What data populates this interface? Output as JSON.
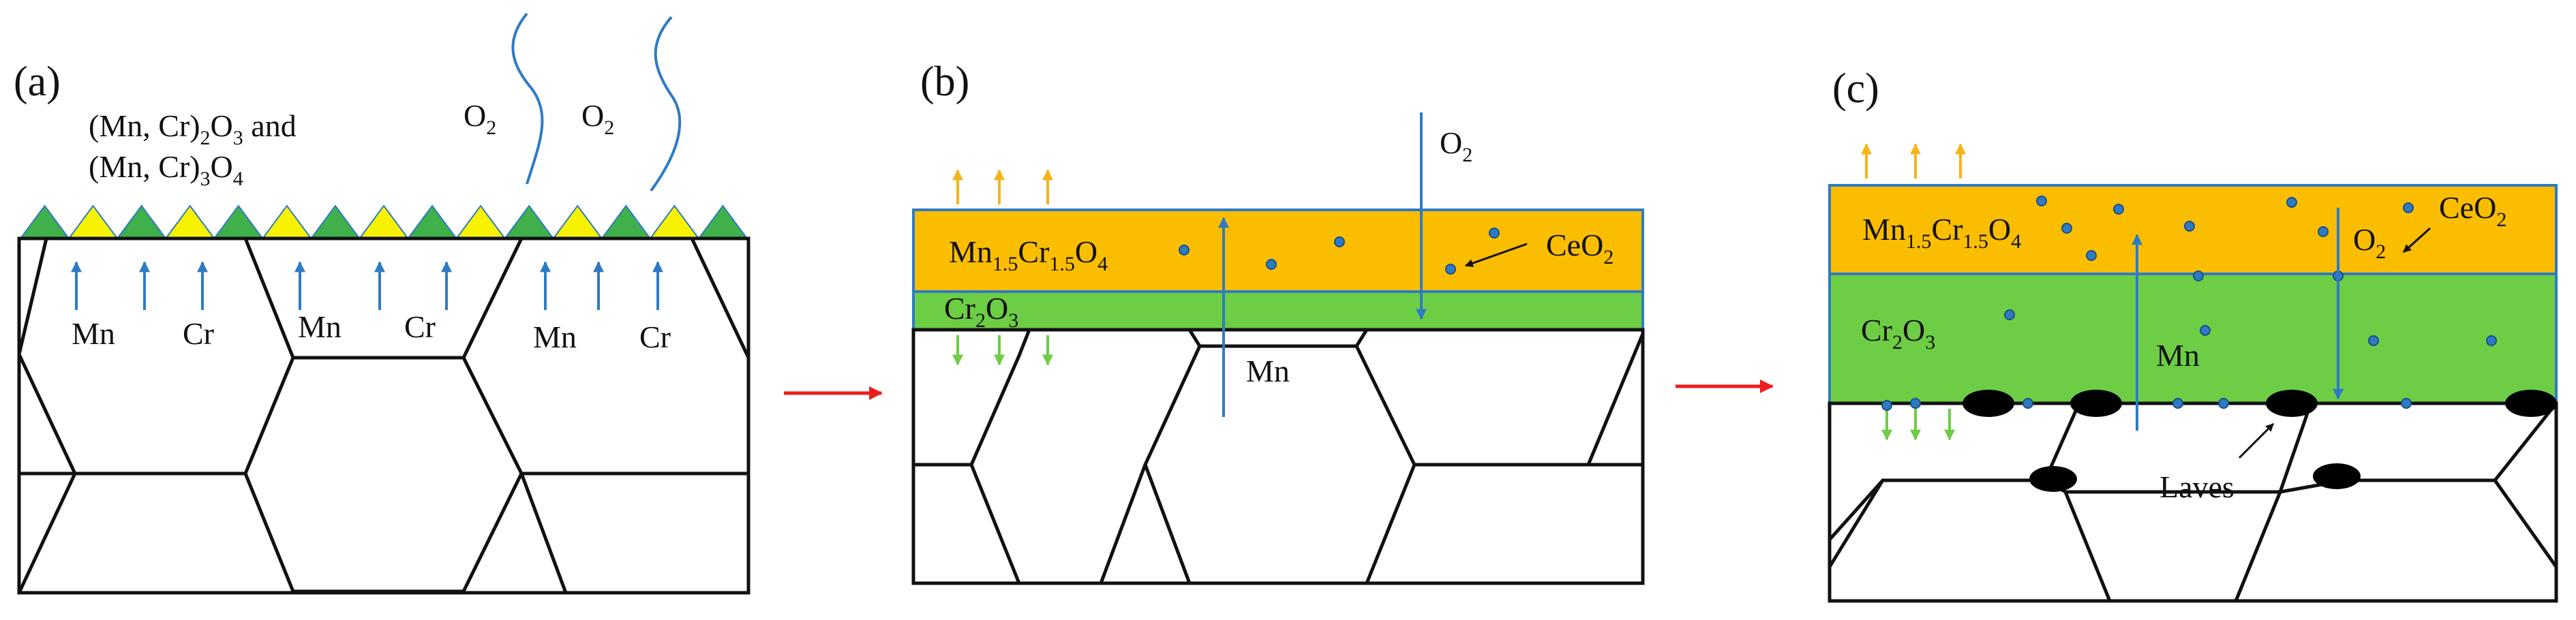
{
  "panels": {
    "a": {
      "label": "(a)",
      "oxide_note_line1": "(Mn, Cr)",
      "oxide_note_line1_sub": "2",
      "oxide_note_line1_mid": "O",
      "oxide_note_line1_sub2": "3",
      "oxide_note_line1_tail": " and",
      "oxide_note_line2": "(Mn, Cr)",
      "oxide_note_line2_sub": "3",
      "oxide_note_line2_mid": "O",
      "oxide_note_line2_sub2": "4",
      "gas_O": "O",
      "gas_sub": "2",
      "element_mn": "Mn",
      "element_cr": "Cr"
    },
    "b": {
      "label": "(b)",
      "gas_O": "O",
      "gas_sub": "2",
      "spinel_main": "Mn",
      "spinel_sub1": "1.5",
      "spinel_cr": "Cr",
      "spinel_sub2": "1.5",
      "spinel_o": "O",
      "spinel_sub3": "4",
      "ceria": "CeO",
      "ceria_sub": "2",
      "chromia": "Cr",
      "chromia_sub1": "2",
      "chromia_o": "O",
      "chromia_sub2": "3",
      "element_mn": "Mn"
    },
    "c": {
      "label": "(c)",
      "gas_O": "O",
      "gas_sub": "2",
      "spinel_main": "Mn",
      "spinel_sub1": "1.5",
      "spinel_cr": "Cr",
      "spinel_sub2": "1.5",
      "spinel_o": "O",
      "spinel_sub3": "4",
      "ceria": "CeO",
      "ceria_sub": "2",
      "chromia": "Cr",
      "chromia_sub1": "2",
      "chromia_o": "O",
      "chromia_sub2": "3",
      "element_mn": "Mn",
      "laves": "Laves"
    }
  },
  "colors": {
    "spinel_layer": "#fbbd00",
    "chromia_layer": "#6dcd44",
    "border_blue": "#2e7bc4",
    "diffusion_arrow": "#2e7bc4",
    "process_arrow": "#ee1c1c",
    "yellow_arrow": "#f6b319",
    "green_arrow": "#6dcd44",
    "triangle_green": "#3fb04a",
    "triangle_yellow": "#f7f300",
    "particle": "#2e7bc4",
    "laves": "#000000"
  }
}
